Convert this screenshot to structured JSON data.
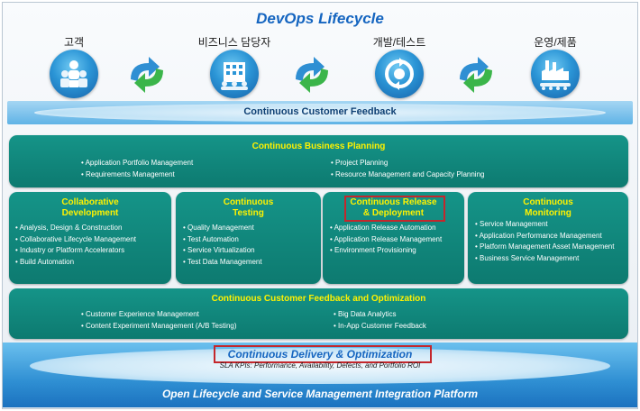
{
  "title": "DevOps Lifecycle",
  "stages": [
    {
      "label": "고객",
      "icon": "customers-icon"
    },
    {
      "label": "비즈니스 담당자",
      "icon": "business-building-icon"
    },
    {
      "label": "개발/테스트",
      "icon": "dev-test-cycle-icon"
    },
    {
      "label": "운영/제품",
      "icon": "operations-factory-icon"
    }
  ],
  "top_band": {
    "text": "Continuous Customer Feedback"
  },
  "business_planning": {
    "title": "Continuous Business Planning",
    "left_items": [
      "Application Portfolio Management",
      "Requirements Management"
    ],
    "right_items": [
      "Project Planning",
      "Resource Management and Capacity Planning"
    ]
  },
  "collaborative": {
    "title_line1": "Collaborative",
    "title_line2": "Development",
    "items": [
      "Analysis, Design & Construction",
      "Collaborative Lifecycle Management",
      "Industry or Platform Accelerators",
      "Build Automation"
    ]
  },
  "testing": {
    "title_line1": "Continuous",
    "title_line2": "Testing",
    "items": [
      "Quality Management",
      "Test Automation",
      "Service Virtualization",
      "Test Data Management"
    ]
  },
  "release": {
    "title_line1": "Continuous Release",
    "title_line2": "& Deployment",
    "items": [
      "Application Release Automation",
      "Application Release Management",
      "Environment Provisioning"
    ]
  },
  "monitoring": {
    "title_line1": "Continuous",
    "title_line2": "Monitoring",
    "items": [
      "Service Management",
      "Application Performance Management",
      "Platform Management Asset Management",
      "Business Service Management"
    ]
  },
  "feedback_opt": {
    "title": "Continuous Customer Feedback and Optimization",
    "left_items": [
      "Customer Experience Management",
      "Content Experiment Management (A/B Testing)"
    ],
    "right_items": [
      "Big Data Analytics",
      "In-App Customer Feedback"
    ]
  },
  "delivery": {
    "title": "Continuous Delivery & Optimization",
    "subtitle": "SLA KPIs: Performance, Availability, Defects, and Portfolio ROI"
  },
  "platform": {
    "text": "Open Lifecycle and Service Management Integration Platform"
  },
  "colors": {
    "panel": "#0f857a",
    "panel_title": "#fff200",
    "highlight_box": "#c4272c",
    "band": "#5fb3e6"
  }
}
